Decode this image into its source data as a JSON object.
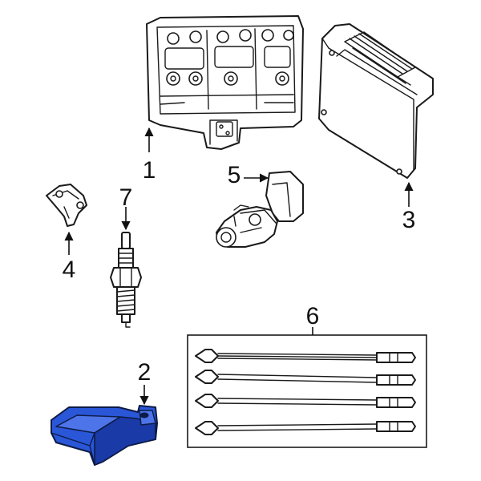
{
  "diagram": {
    "callouts": [
      {
        "id": "1",
        "label": "1"
      },
      {
        "id": "2",
        "label": "2"
      },
      {
        "id": "3",
        "label": "3"
      },
      {
        "id": "4",
        "label": "4"
      },
      {
        "id": "5",
        "label": "5"
      },
      {
        "id": "6",
        "label": "6"
      },
      {
        "id": "7",
        "label": "7"
      }
    ],
    "highlighted_part": "2",
    "colors": {
      "highlight": "#2a56d8",
      "line": "#1a1a1a",
      "background": "#ffffff"
    }
  }
}
